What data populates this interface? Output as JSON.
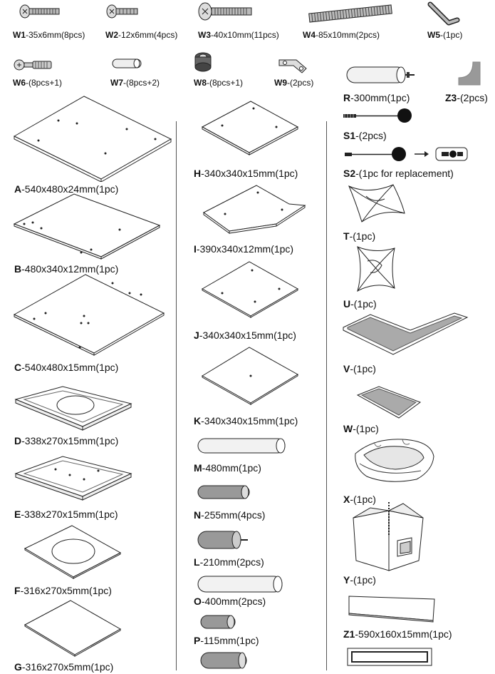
{
  "hardware": [
    {
      "code": "W1",
      "desc": "-35x6mm(8pcs)"
    },
    {
      "code": "W2",
      "desc": "-12x6mm(4pcs)"
    },
    {
      "code": "W3",
      "desc": "-40x10mm(11pcs)"
    },
    {
      "code": "W4",
      "desc": "-85x10mm(2pcs)"
    },
    {
      "code": "W5",
      "desc": "-(1pc)"
    },
    {
      "code": "W6",
      "desc": "-(8pcs+1)"
    },
    {
      "code": "W7",
      "desc": "-(8pcs+2)"
    },
    {
      "code": "W8",
      "desc": "-(8pcs+1)"
    },
    {
      "code": "W9",
      "desc": "-(2pcs)"
    }
  ],
  "col1": [
    {
      "code": "A",
      "desc": "-540x480x24mm(1pc)"
    },
    {
      "code": "B",
      "desc": "-480x340x12mm(1pc)"
    },
    {
      "code": "C",
      "desc": "-540x480x15mm(1pc)"
    },
    {
      "code": "D",
      "desc": "-338x270x15mm(1pc)"
    },
    {
      "code": "E",
      "desc": "-338x270x15mm(1pc)"
    },
    {
      "code": "F",
      "desc": "-316x270x5mm(1pc)"
    },
    {
      "code": "G",
      "desc": "-316x270x5mm(1pc)"
    }
  ],
  "col2": [
    {
      "code": "H",
      "desc": "-340x340x15mm(1pc)"
    },
    {
      "code": "I",
      "desc": "-390x340x12mm(1pc)"
    },
    {
      "code": "J",
      "desc": "-340x340x15mm(1pc)"
    },
    {
      "code": "K",
      "desc": "-340x340x15mm(1pc)"
    },
    {
      "code": "M",
      "desc": "-480mm(1pc)"
    },
    {
      "code": "N",
      "desc": "-255mm(4pcs)"
    },
    {
      "code": "L",
      "desc": "-210mm(2pcs)"
    },
    {
      "code": "O",
      "desc": "-400mm(2pcs)"
    },
    {
      "code": "P",
      "desc": "-115mm(1pc)"
    }
  ],
  "col3": [
    {
      "code": "R",
      "desc": "-300mm(1pc)"
    },
    {
      "code": "Z3",
      "desc": "-(2pcs)"
    },
    {
      "code": "S1",
      "desc": "-(2pcs)"
    },
    {
      "code": "S2",
      "desc": "-(1pc for replacement)"
    },
    {
      "code": "T",
      "desc": "-(1pc)"
    },
    {
      "code": "U",
      "desc": "-(1pc)"
    },
    {
      "code": "V",
      "desc": "-(1pc)"
    },
    {
      "code": "W",
      "desc": "-(1pc)"
    },
    {
      "code": "X",
      "desc": "-(1pc)"
    },
    {
      "code": "Y",
      "desc": "-(1pc)"
    },
    {
      "code": "Z1",
      "desc": "-590x160x15mm(1pc)"
    }
  ]
}
